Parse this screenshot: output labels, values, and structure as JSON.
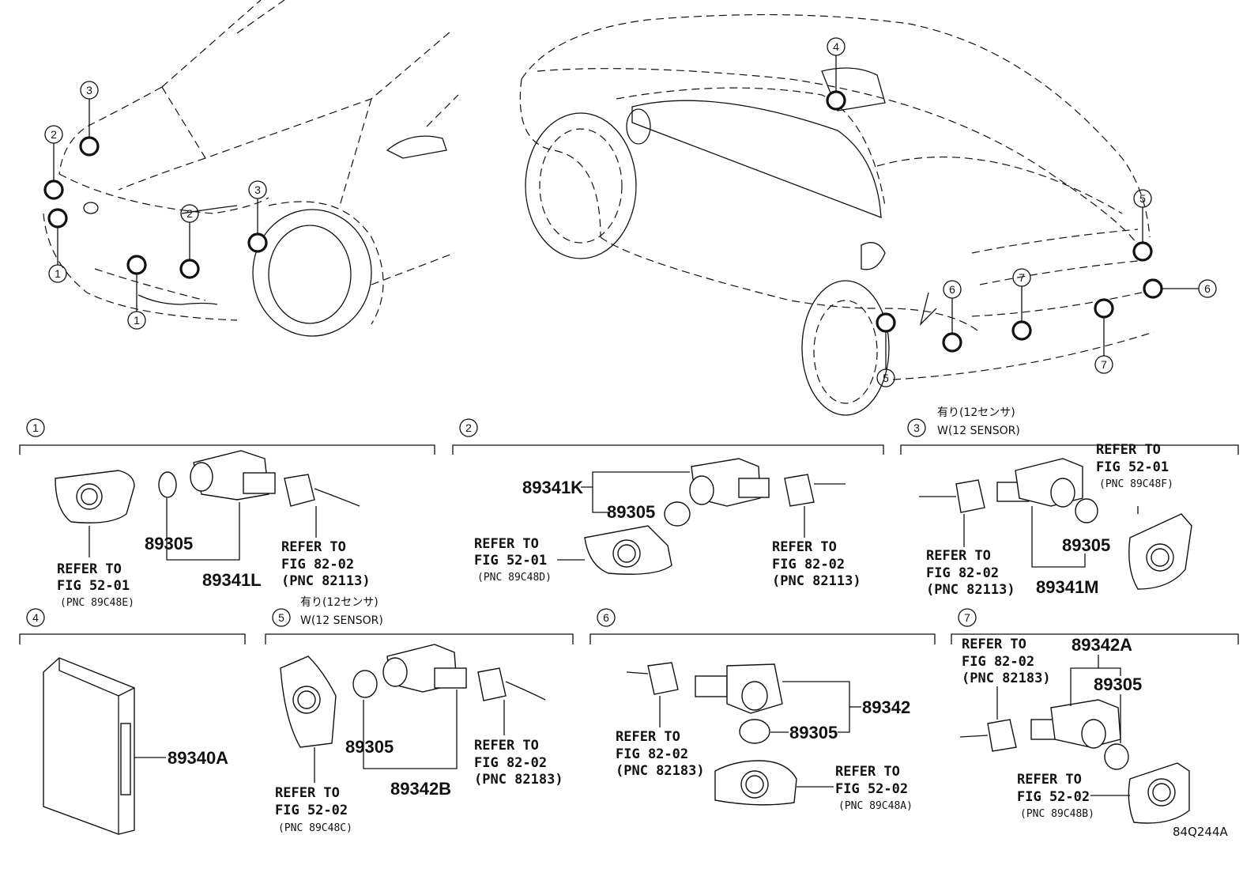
{
  "diagram_code": "84Q244A",
  "callout_numbers": [
    "1",
    "2",
    "3",
    "4",
    "5",
    "6",
    "7"
  ],
  "sections": [
    {
      "id": "1",
      "parts": [
        {
          "code": "89305"
        },
        {
          "code": "89341L"
        },
        {
          "refer": [
            "REFER TO",
            "FIG 52-01",
            "(PNC 89C48E)"
          ]
        },
        {
          "refer": [
            "REFER TO",
            "FIG 82-02",
            "(PNC 82113)"
          ]
        }
      ]
    },
    {
      "id": "2",
      "parts": [
        {
          "code": "89341K"
        },
        {
          "code": "89305"
        },
        {
          "refer": [
            "REFER TO",
            "FIG 52-01",
            "(PNC 89C48D)"
          ]
        },
        {
          "refer": [
            "REFER TO",
            "FIG 82-02",
            "(PNC 82113)"
          ]
        }
      ]
    },
    {
      "id": "3",
      "note_jp": "有り(12センサ)",
      "note_en": "W(12 SENSOR)",
      "parts": [
        {
          "refer": [
            "REFER TO",
            "FIG 52-01",
            "(PNC 89C48F)"
          ]
        },
        {
          "code": "89305"
        },
        {
          "code": "89341M"
        },
        {
          "refer": [
            "REFER TO",
            "FIG 82-02",
            "(PNC 82113)"
          ]
        }
      ]
    },
    {
      "id": "4",
      "parts": [
        {
          "code": "89340A"
        }
      ]
    },
    {
      "id": "5",
      "note_jp": "有り(12センサ)",
      "note_en": "W(12 SENSOR)",
      "parts": [
        {
          "code": "89305"
        },
        {
          "code": "89342B"
        },
        {
          "refer": [
            "REFER TO",
            "FIG 52-02",
            "(PNC 89C48C)"
          ]
        },
        {
          "refer": [
            "REFER TO",
            "FIG 82-02",
            "(PNC 82183)"
          ]
        }
      ]
    },
    {
      "id": "6",
      "parts": [
        {
          "code": "89342"
        },
        {
          "code": "89305"
        },
        {
          "refer": [
            "REFER TO",
            "FIG 82-02",
            "(PNC 82183)"
          ]
        },
        {
          "refer": [
            "REFER TO",
            "FIG 52-02",
            "(PNC 89C48A)"
          ]
        }
      ]
    },
    {
      "id": "7",
      "parts": [
        {
          "code": "89342A"
        },
        {
          "code": "89305"
        },
        {
          "refer": [
            "REFER TO",
            "FIG 82-02",
            "(PNC 82183)"
          ]
        },
        {
          "refer": [
            "REFER TO",
            "FIG 52-02",
            "(PNC 89C48B)"
          ]
        }
      ]
    }
  ]
}
